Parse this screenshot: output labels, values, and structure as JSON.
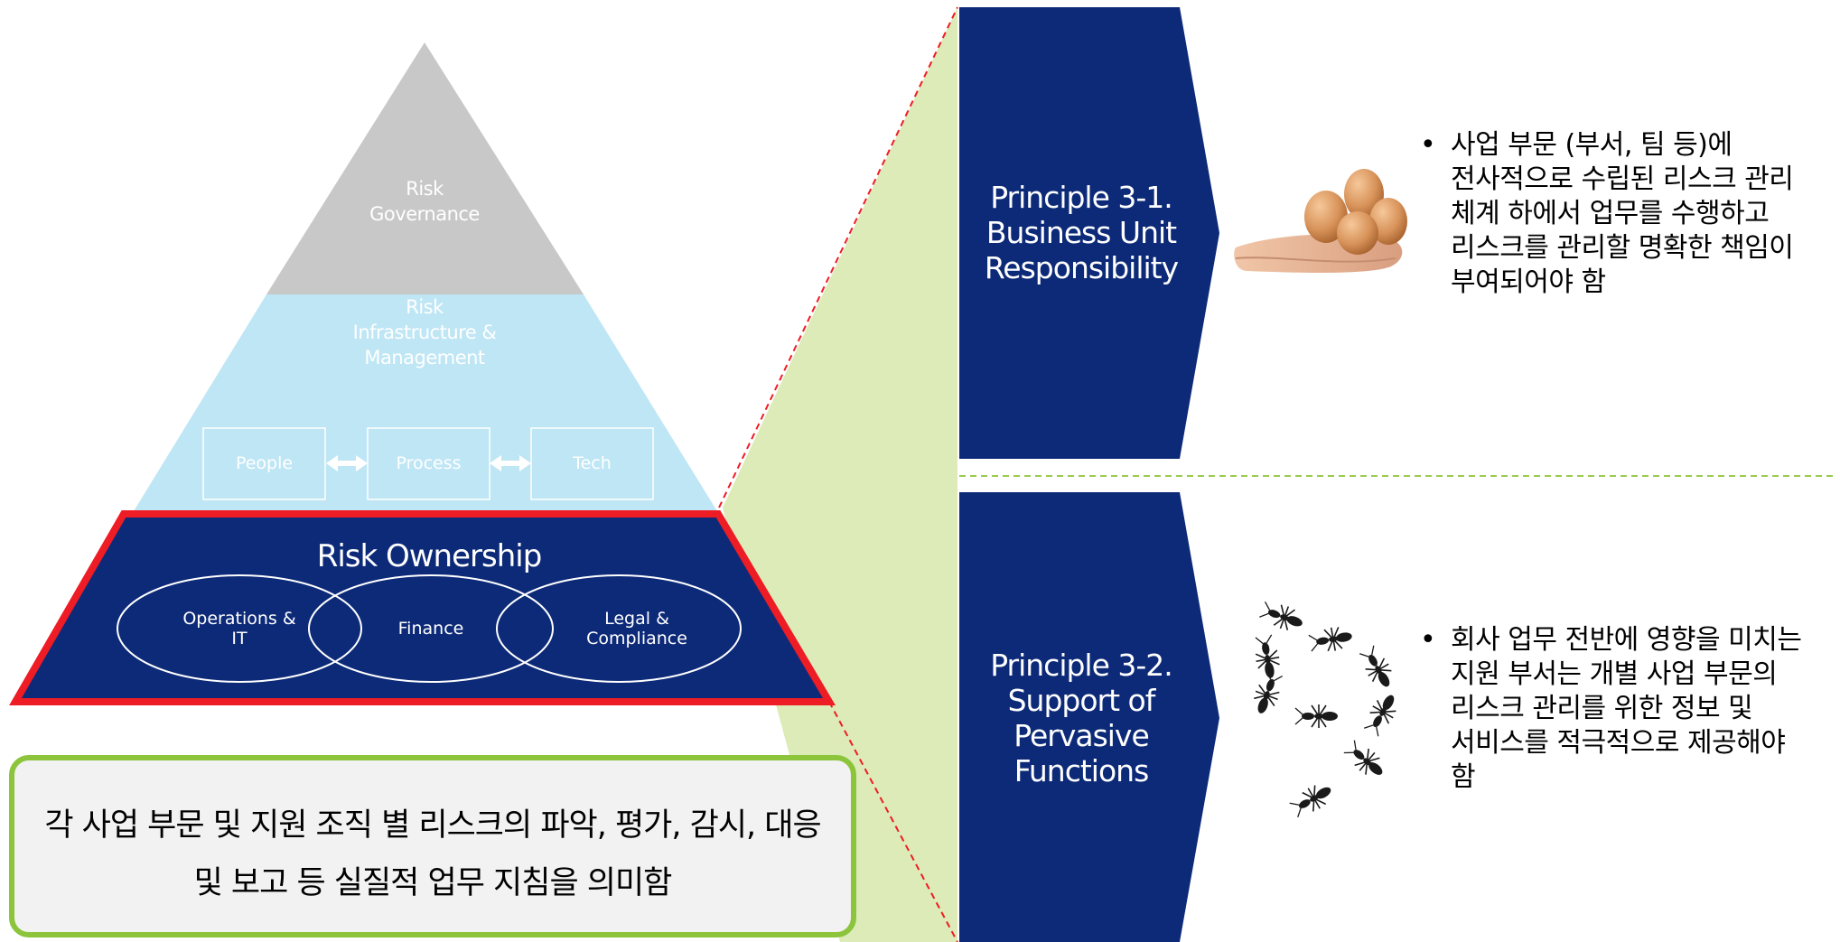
{
  "pyramid": {
    "governance_label": "Risk\nGovernance",
    "infrastructure_label": "Risk\nInfrastructure &\nManagement",
    "boxes": [
      "People",
      "Process",
      "Tech"
    ],
    "ownership_title": "Risk Ownership",
    "ownership_circles": [
      "Operations &\nIT",
      "Finance",
      "Legal &\nCompliance"
    ]
  },
  "summary": {
    "text": "각 사업 부문 및 지원 조직 별 리스크의 파악, 평가, 감시, 대응\n및 보고 등 실질적 업무 지침을 의미함"
  },
  "principles": [
    {
      "label": "Principle 3-1.\nBusiness Unit\nResponsibility",
      "image_icon": "hand-holding-eggs-icon",
      "bullet": "사업 부문 (부서, 팀 등)에\n전사적으로 수립된 리스크 관리\n체계 하에서 업무를 수행하고\n리스크를 관리할 명확한 책임이\n부여되어야 함"
    },
    {
      "label": "Principle 3-2.\nSupport of\nPervasive\nFunctions",
      "image_icon": "ants-icon",
      "bullet": "회사 업무 전반에 영향을 미치는\n지원 부서는 개별 사업 부문의\n리스크 관리를 위한 정보 및\n서비스를 적극적으로 제공해야\n함"
    }
  ],
  "colors": {
    "navy": "#0d2a78",
    "governance_gray": "#c8c8c8",
    "infrastructure_blue": "#bfe6f5",
    "highlight_red": "#ee1c24",
    "callout_green": "#dcebb8",
    "box_border_green": "#8cc43c"
  }
}
